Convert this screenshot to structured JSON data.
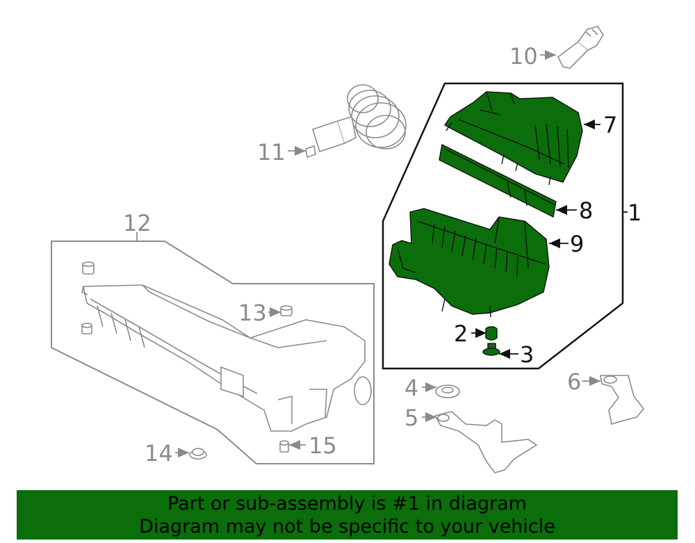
{
  "callouts": {
    "c1": "1",
    "c2": "2",
    "c3": "3",
    "c4": "4",
    "c5": "5",
    "c6": "6",
    "c7": "7",
    "c8": "8",
    "c9": "9",
    "c10": "10",
    "c11": "11",
    "c12": "12",
    "c13": "13",
    "c14": "14",
    "c15": "15"
  },
  "banner": {
    "line1": "Part or sub-assembly is #1 in diagram",
    "line2": "Diagram may not be specific to your vehicle"
  },
  "colors": {
    "highlight_green": "#0b6e0b",
    "outline_gray": "#8a8a8a",
    "ink": "#111111"
  }
}
